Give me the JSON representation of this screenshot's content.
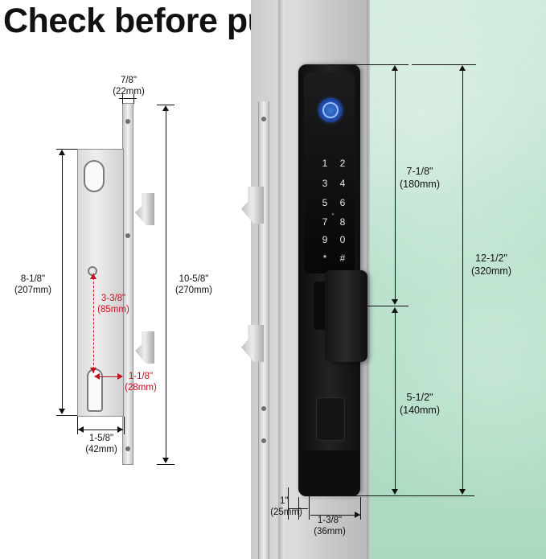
{
  "title": "Check before purchase",
  "mortise": {
    "faceplate_width": {
      "inch": "7/8\"",
      "mm": "(22mm)"
    },
    "case_height": {
      "inch": "8-1/8\"",
      "mm": "(207mm)"
    },
    "total_height": {
      "inch": "10-5/8\"",
      "mm": "(270mm)"
    },
    "center_distance": {
      "inch": "3-3/8\"",
      "mm": "(85mm)"
    },
    "backset_small": {
      "inch": "1-1/8\"",
      "mm": "(28mm)"
    },
    "backset": {
      "inch": "1-5/8\"",
      "mm": "(42mm)"
    }
  },
  "lock": {
    "keypad_keys": [
      "1",
      "2",
      "3",
      "4",
      "5",
      "6",
      "7",
      "8",
      "9",
      "0",
      "*",
      "#"
    ],
    "upper_height": {
      "inch": "7-1/8\"",
      "mm": "(180mm)"
    },
    "total_height": {
      "inch": "12-1/2\"",
      "mm": "(320mm)"
    },
    "lower_height": {
      "inch": "5-1/2\"",
      "mm": "(140mm)"
    },
    "edge_offset": {
      "inch": "1\"",
      "mm": "(25mm)"
    },
    "width": {
      "inch": "1-3/8\"",
      "mm": "(36mm)"
    }
  },
  "colors": {
    "accent_red": "#c1121f",
    "fingerprint_blue": "#2a5fc4",
    "glass_green": "#b9e1cb"
  }
}
